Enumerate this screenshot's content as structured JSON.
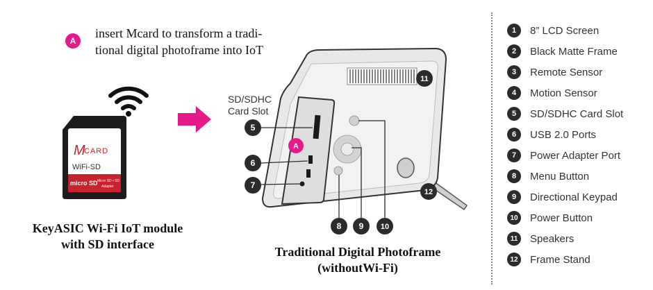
{
  "note": {
    "badge": "A",
    "line1": "insert Mcard to transform a tradi-",
    "line2": "tional digital photoframe into IoT"
  },
  "sd_card": {
    "brand": "CARD",
    "brand_initial": "M",
    "wifi_text": "WiFi-SD",
    "micro_text": "micro SD",
    "adapter_text_1": "Micro SD • SD",
    "adapter_text_2": "Adapter"
  },
  "left_caption": {
    "line1": "KeyASIC Wi-Fi IoT module",
    "line2": "with SD interface"
  },
  "slot_label": {
    "line1": "SD/SDHC",
    "line2": "Card Slot"
  },
  "frame_caption": {
    "line1": "Traditional Digital Photoframe",
    "line2": "(withoutWi-Fi)"
  },
  "callouts": {
    "n5": "5",
    "n6": "6",
    "n7": "7",
    "n8": "8",
    "n9": "9",
    "n10": "10",
    "n11": "11",
    "n12": "12",
    "badge_a": "A"
  },
  "legend": [
    {
      "num": "1",
      "label": "8” LCD Screen"
    },
    {
      "num": "2",
      "label": "Black Matte Frame"
    },
    {
      "num": "3",
      "label": "Remote Sensor"
    },
    {
      "num": "4",
      "label": "Motion Sensor"
    },
    {
      "num": "5",
      "label": "SD/SDHC Card Slot"
    },
    {
      "num": "6",
      "label": "USB 2.0 Ports"
    },
    {
      "num": "7",
      "label": "Power Adapter Port"
    },
    {
      "num": "8",
      "label": "Menu Button"
    },
    {
      "num": "9",
      "label": "Directional Keypad"
    },
    {
      "num": "10",
      "label": "Power Button"
    },
    {
      "num": "11",
      "label": "Speakers"
    },
    {
      "num": "12",
      "label": "Frame Stand"
    }
  ],
  "colors": {
    "accent": "#e6198a",
    "callout": "#2b2b2b",
    "card_red": "#c8232c"
  }
}
